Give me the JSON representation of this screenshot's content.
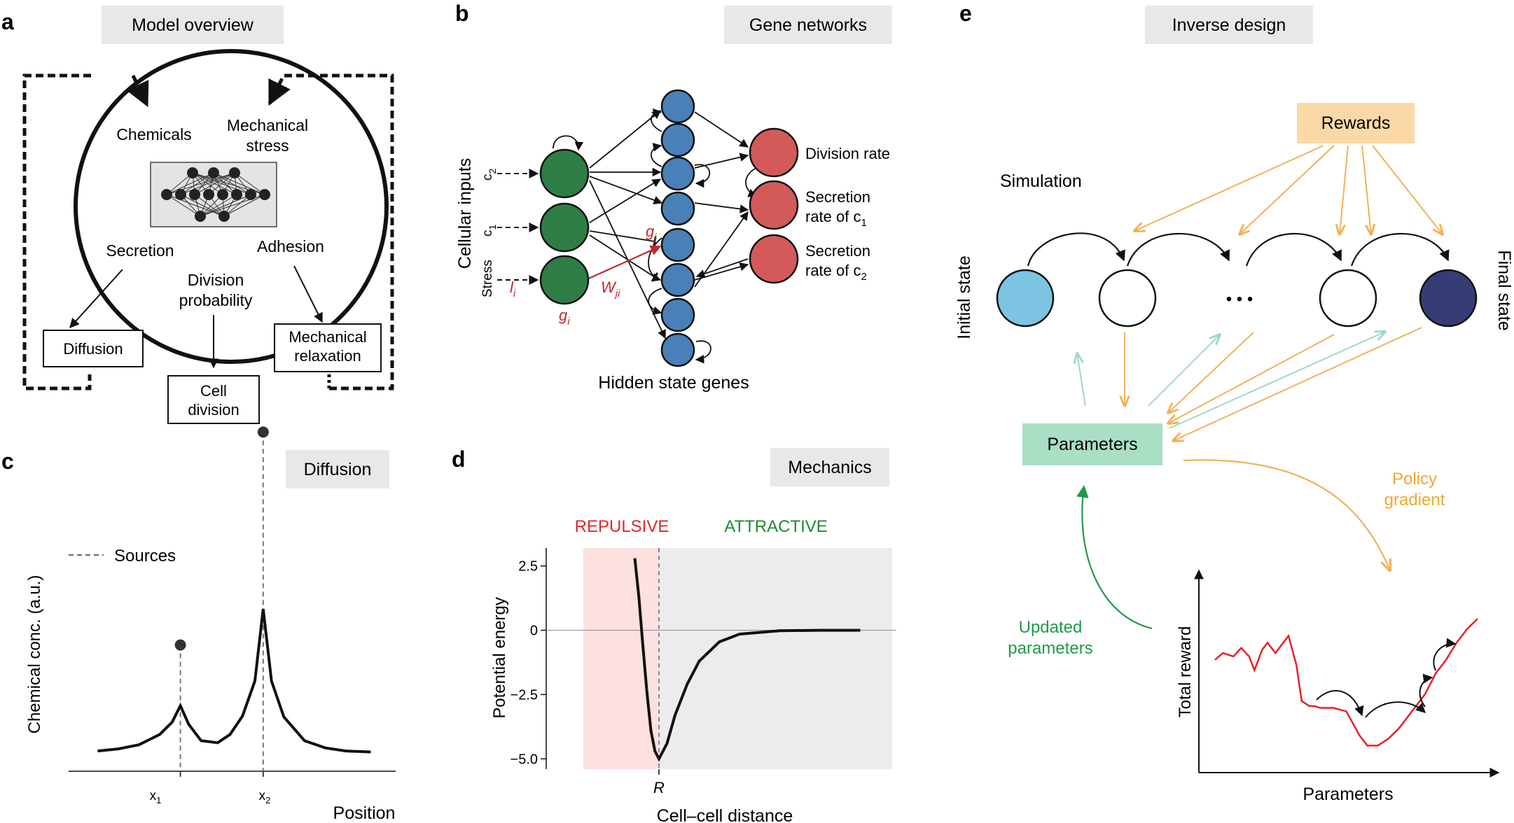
{
  "panels": {
    "a": {
      "letter": "a",
      "title": "Model overview",
      "chemicals": "Chemicals",
      "mechanical_stress": [
        "Mechanical",
        "stress"
      ],
      "secretion": "Secretion",
      "adhesion": "Adhesion",
      "division_probability": [
        "Division",
        "probability"
      ],
      "diffusion": "Diffusion",
      "cell_division": [
        "Cell",
        "division"
      ],
      "mechanical_relaxation": [
        "Mechanical",
        "relaxation"
      ]
    },
    "b": {
      "letter": "b",
      "title": "Gene networks",
      "cellular_inputs": "Cellular inputs",
      "input_c2": "c",
      "input_c2_sub": "2",
      "input_c1": "c",
      "input_c1_sub": "1",
      "input_stress": "Stress",
      "l_i": "l",
      "l_i_sub": "i",
      "g_i": "g",
      "g_i_sub": "i",
      "W_ji": "W",
      "W_ji_sub": "ji",
      "g_j": "g",
      "g_j_sub": "j",
      "division_rate": "Division rate",
      "secretion_c1": [
        "Secretion",
        "rate of c"
      ],
      "secretion_c1_sub": "1",
      "secretion_c2": [
        "Secretion",
        "rate of c"
      ],
      "secretion_c2_sub": "2",
      "hidden_state_genes": "Hidden state genes"
    },
    "c": {
      "letter": "c",
      "title": "Diffusion",
      "legend": "Sources",
      "ylabel": "Chemical conc. (a.u.)",
      "xlabel": "Position",
      "x1": "x",
      "x1_sub": "1",
      "x2": "x",
      "x2_sub": "2"
    },
    "d": {
      "letter": "d",
      "title": "Mechanics",
      "repulsive": "REPULSIVE",
      "attractive": "ATTRACTIVE",
      "ylabel": "Potential energy",
      "xlabel": "Cell–cell distance",
      "R_label": "R"
    },
    "e": {
      "letter": "e",
      "title": "Inverse design",
      "rewards": "Rewards",
      "simulation": "Simulation",
      "initial_state": "Initial state",
      "final_state": "Final state",
      "ellipsis": "• • •",
      "parameters_box": "Parameters",
      "policy_gradient": [
        "Policy",
        "gradient"
      ],
      "updated_parameters": [
        "Updated",
        "parameters"
      ],
      "ylabel": "Total reward",
      "xlabel": "Parameters"
    }
  },
  "colors": {
    "title_box": "#e8e8e8",
    "gene_green": "#2e7d46",
    "gene_blue": "#4a80b8",
    "output_red": "#d45a5a",
    "accent_red": "#c0282c",
    "repulsive_region": "#fde0e0",
    "attractive_region": "#ececec",
    "repulsive_text": "#e3262b",
    "attractive_text": "#1e8a32",
    "rewards_box": "#fad9a6",
    "parameters_box": "#a9dfc4",
    "initial_state_fill": "#7cc4e2",
    "final_state_fill": "#363d75",
    "orange_arrow": "#f2b15a",
    "teal_arrow": "#9fd9c2",
    "green_text": "#1f9a49",
    "orange_text": "#f0a830",
    "reward_curve": "#e8202a"
  },
  "chart_data": [
    {
      "panel": "c",
      "type": "line",
      "title": "Diffusion",
      "xlabel": "Position",
      "ylabel": "Chemical conc. (a.u.)",
      "tick_labels_x": [
        "x1",
        "x2"
      ],
      "sources": [
        {
          "name": "x1",
          "position": 1.0,
          "marker_height": 1.05
        },
        {
          "name": "x2",
          "position": 2.0,
          "marker_height": 3.1
        }
      ],
      "legend": [
        "Sources"
      ],
      "legend_position": "top-left",
      "x": [
        0.0,
        0.25,
        0.5,
        0.75,
        0.9,
        1.0,
        1.1,
        1.25,
        1.45,
        1.6,
        1.75,
        1.9,
        2.0,
        2.1,
        2.25,
        2.5,
        2.75,
        3.0,
        3.3
      ],
      "y": [
        0.02,
        0.04,
        0.08,
        0.18,
        0.3,
        0.46,
        0.28,
        0.12,
        0.1,
        0.18,
        0.36,
        0.7,
        1.4,
        0.7,
        0.35,
        0.12,
        0.05,
        0.02,
        0.01
      ]
    },
    {
      "panel": "d",
      "type": "line",
      "title": "Mechanics",
      "xlabel": "Cell–cell distance",
      "ylabel": "Potential energy",
      "yticks": [
        2.5,
        0,
        -2.5,
        -5.0
      ],
      "ylim": [
        -5.4,
        3.2
      ],
      "xticks": [
        "R"
      ],
      "regions": [
        "REPULSIVE",
        "ATTRACTIVE"
      ],
      "x": [
        0.7,
        0.75,
        0.8,
        0.85,
        0.9,
        0.95,
        1.0,
        1.1,
        1.2,
        1.35,
        1.5,
        1.75,
        2.0,
        2.5,
        3.0,
        3.5
      ],
      "y": [
        2.8,
        1.3,
        -0.6,
        -2.4,
        -3.9,
        -4.7,
        -5.0,
        -4.4,
        -3.3,
        -2.1,
        -1.2,
        -0.45,
        -0.15,
        -0.02,
        0.0,
        0.0
      ]
    },
    {
      "panel": "e",
      "type": "line",
      "xlabel": "Parameters",
      "ylabel": "Total reward",
      "x": [
        0.0,
        0.03,
        0.07,
        0.1,
        0.13,
        0.15,
        0.18,
        0.2,
        0.23,
        0.26,
        0.28,
        0.31,
        0.33,
        0.36,
        0.38,
        0.4,
        0.45,
        0.5,
        0.55,
        0.58,
        0.62,
        0.66,
        0.7,
        0.73,
        0.76,
        0.8,
        0.84,
        0.88,
        0.92,
        0.96,
        1.0
      ],
      "y": [
        0.58,
        0.62,
        0.6,
        0.65,
        0.6,
        0.52,
        0.64,
        0.68,
        0.62,
        0.68,
        0.72,
        0.55,
        0.34,
        0.31,
        0.31,
        0.3,
        0.3,
        0.28,
        0.14,
        0.08,
        0.08,
        0.12,
        0.18,
        0.24,
        0.3,
        0.38,
        0.5,
        0.58,
        0.68,
        0.76,
        0.82
      ]
    }
  ]
}
